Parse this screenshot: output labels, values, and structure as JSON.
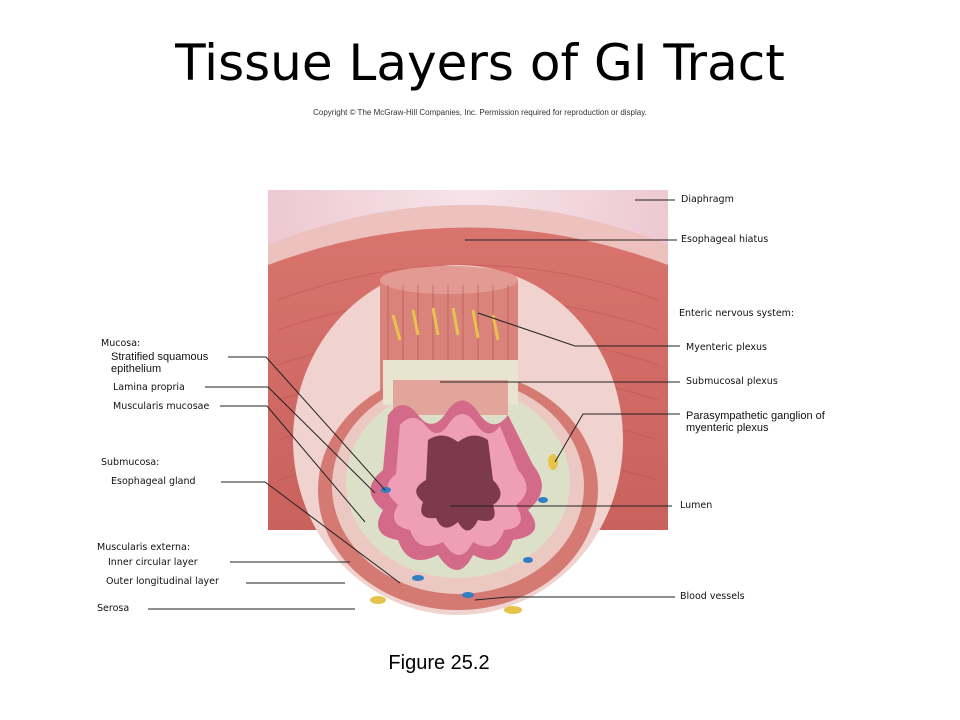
{
  "title": "Tissue Layers of GI Tract",
  "copyright": "Copyright © The McGraw-Hill Companies, Inc. Permission required for reproduction or display.",
  "caption": "Figure 25.2",
  "labels": {
    "diaphragm": "Diaphragm",
    "esophageal_hiatus": "Esophageal hiatus",
    "enteric_nervous_system": "Enteric nervous system:",
    "myenteric_plexus": "Myenteric plexus",
    "submucosal_plexus": "Submucosal plexus",
    "parasympathetic_1": "Parasympathetic ganglion of",
    "parasympathetic_2": "myenteric plexus",
    "lumen": "Lumen",
    "blood_vessels": "Blood vessels",
    "mucosa": "Mucosa:",
    "stratified_1": "Stratified squamous",
    "stratified_2": "epithelium",
    "lamina_propria": "Lamina propria",
    "muscularis_mucosae": "Muscularis mucosae",
    "submucosa": "Submucosa:",
    "esophageal_gland": "Esophageal gland",
    "muscularis_externa": "Muscularis externa:",
    "inner_circular": "Inner circular layer",
    "outer_longitudinal": "Outer longitudinal layer",
    "serosa": "Serosa"
  }
}
